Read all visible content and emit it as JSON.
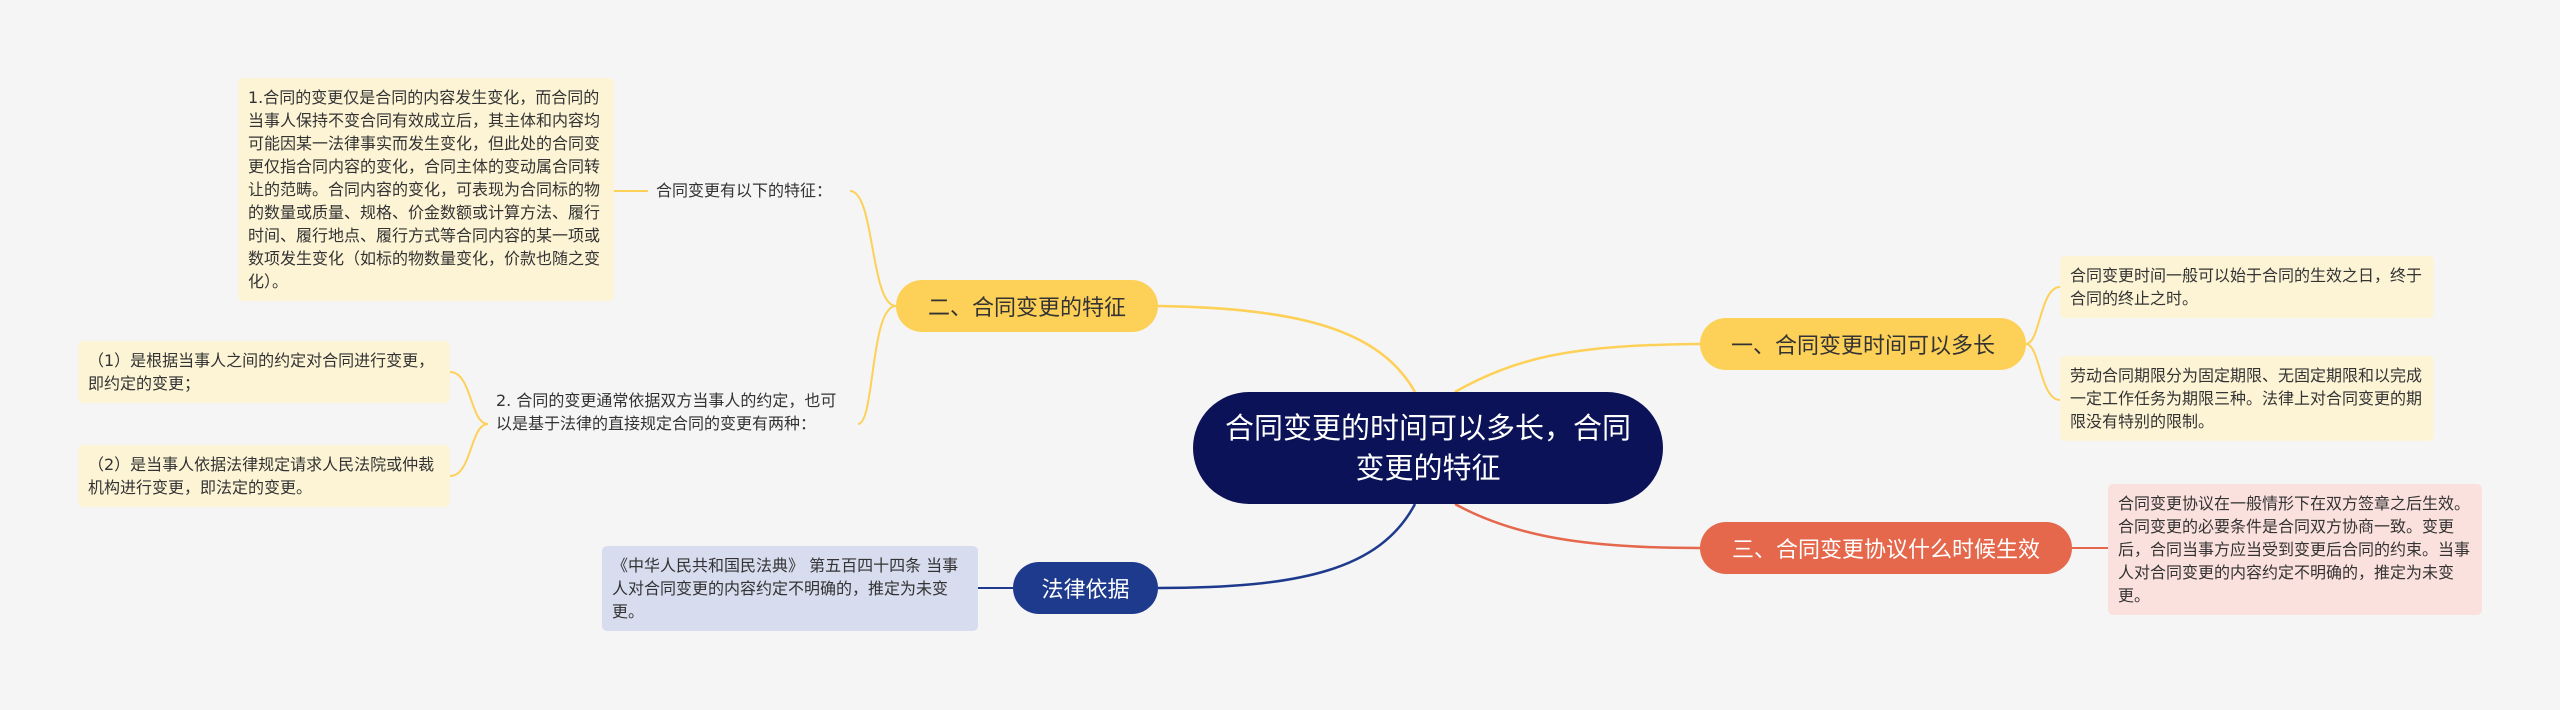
{
  "center": {
    "title": "合同变更的时间可以多长，合同变更的特征"
  },
  "colors": {
    "yellow": "#fdd058",
    "red": "#e5684d",
    "blue": "#1e3a8c",
    "navy": "#0b1257"
  },
  "right": [
    {
      "label": "一、合同变更时间可以多长",
      "leaves": [
        "合同变更时间一般可以始于合同的生效之日，终于合同的终止之时。",
        "劳动合同期限分为固定期限、无固定期限和以完成一定工作任务为期限三种。法律上对合同变更的期限没有特别的限制。"
      ]
    },
    {
      "label": "三、合同变更协议什么时候生效",
      "leaves": [
        "合同变更协议在一般情形下在双方签章之后生效。合同变更的必要条件是合同双方协商一致。变更后，合同当事方应当受到变更后合同的约束。当事人对合同变更的内容约定不明确的，推定为未变更。"
      ]
    }
  ],
  "left": [
    {
      "label": "二、合同变更的特征",
      "subs": [
        {
          "label": "合同变更有以下的特征：",
          "leaves": [
            "1.合同的变更仅是合同的内容发生变化，而合同的当事人保持不变合同有效成立后，其主体和内容均可能因某一法律事实而发生变化，但此处的合同变更仅指合同内容的变化，合同主体的变动属合同转让的范畴。合同内容的变化，可表现为合同标的物的数量或质量、规格、价金数额或计算方法、履行时间、履行地点、履行方式等合同内容的某一项或数项发生变化（如标的物数量变化，价款也随之变化）。"
          ]
        },
        {
          "label": "2. 合同的变更通常依据双方当事人的约定，也可以是基于法律的直接规定合同的变更有两种：",
          "leaves": [
            "（1）是根据当事人之间的约定对合同进行变更，即约定的变更；",
            "（2）是当事人依据法律规定请求人民法院或仲裁机构进行变更，即法定的变更。"
          ]
        }
      ]
    },
    {
      "label": "法律依据",
      "leaves": [
        "《中华人民共和国民法典》 第五百四十四条 当事人对合同变更的内容约定不明确的，推定为未变更。"
      ]
    }
  ]
}
